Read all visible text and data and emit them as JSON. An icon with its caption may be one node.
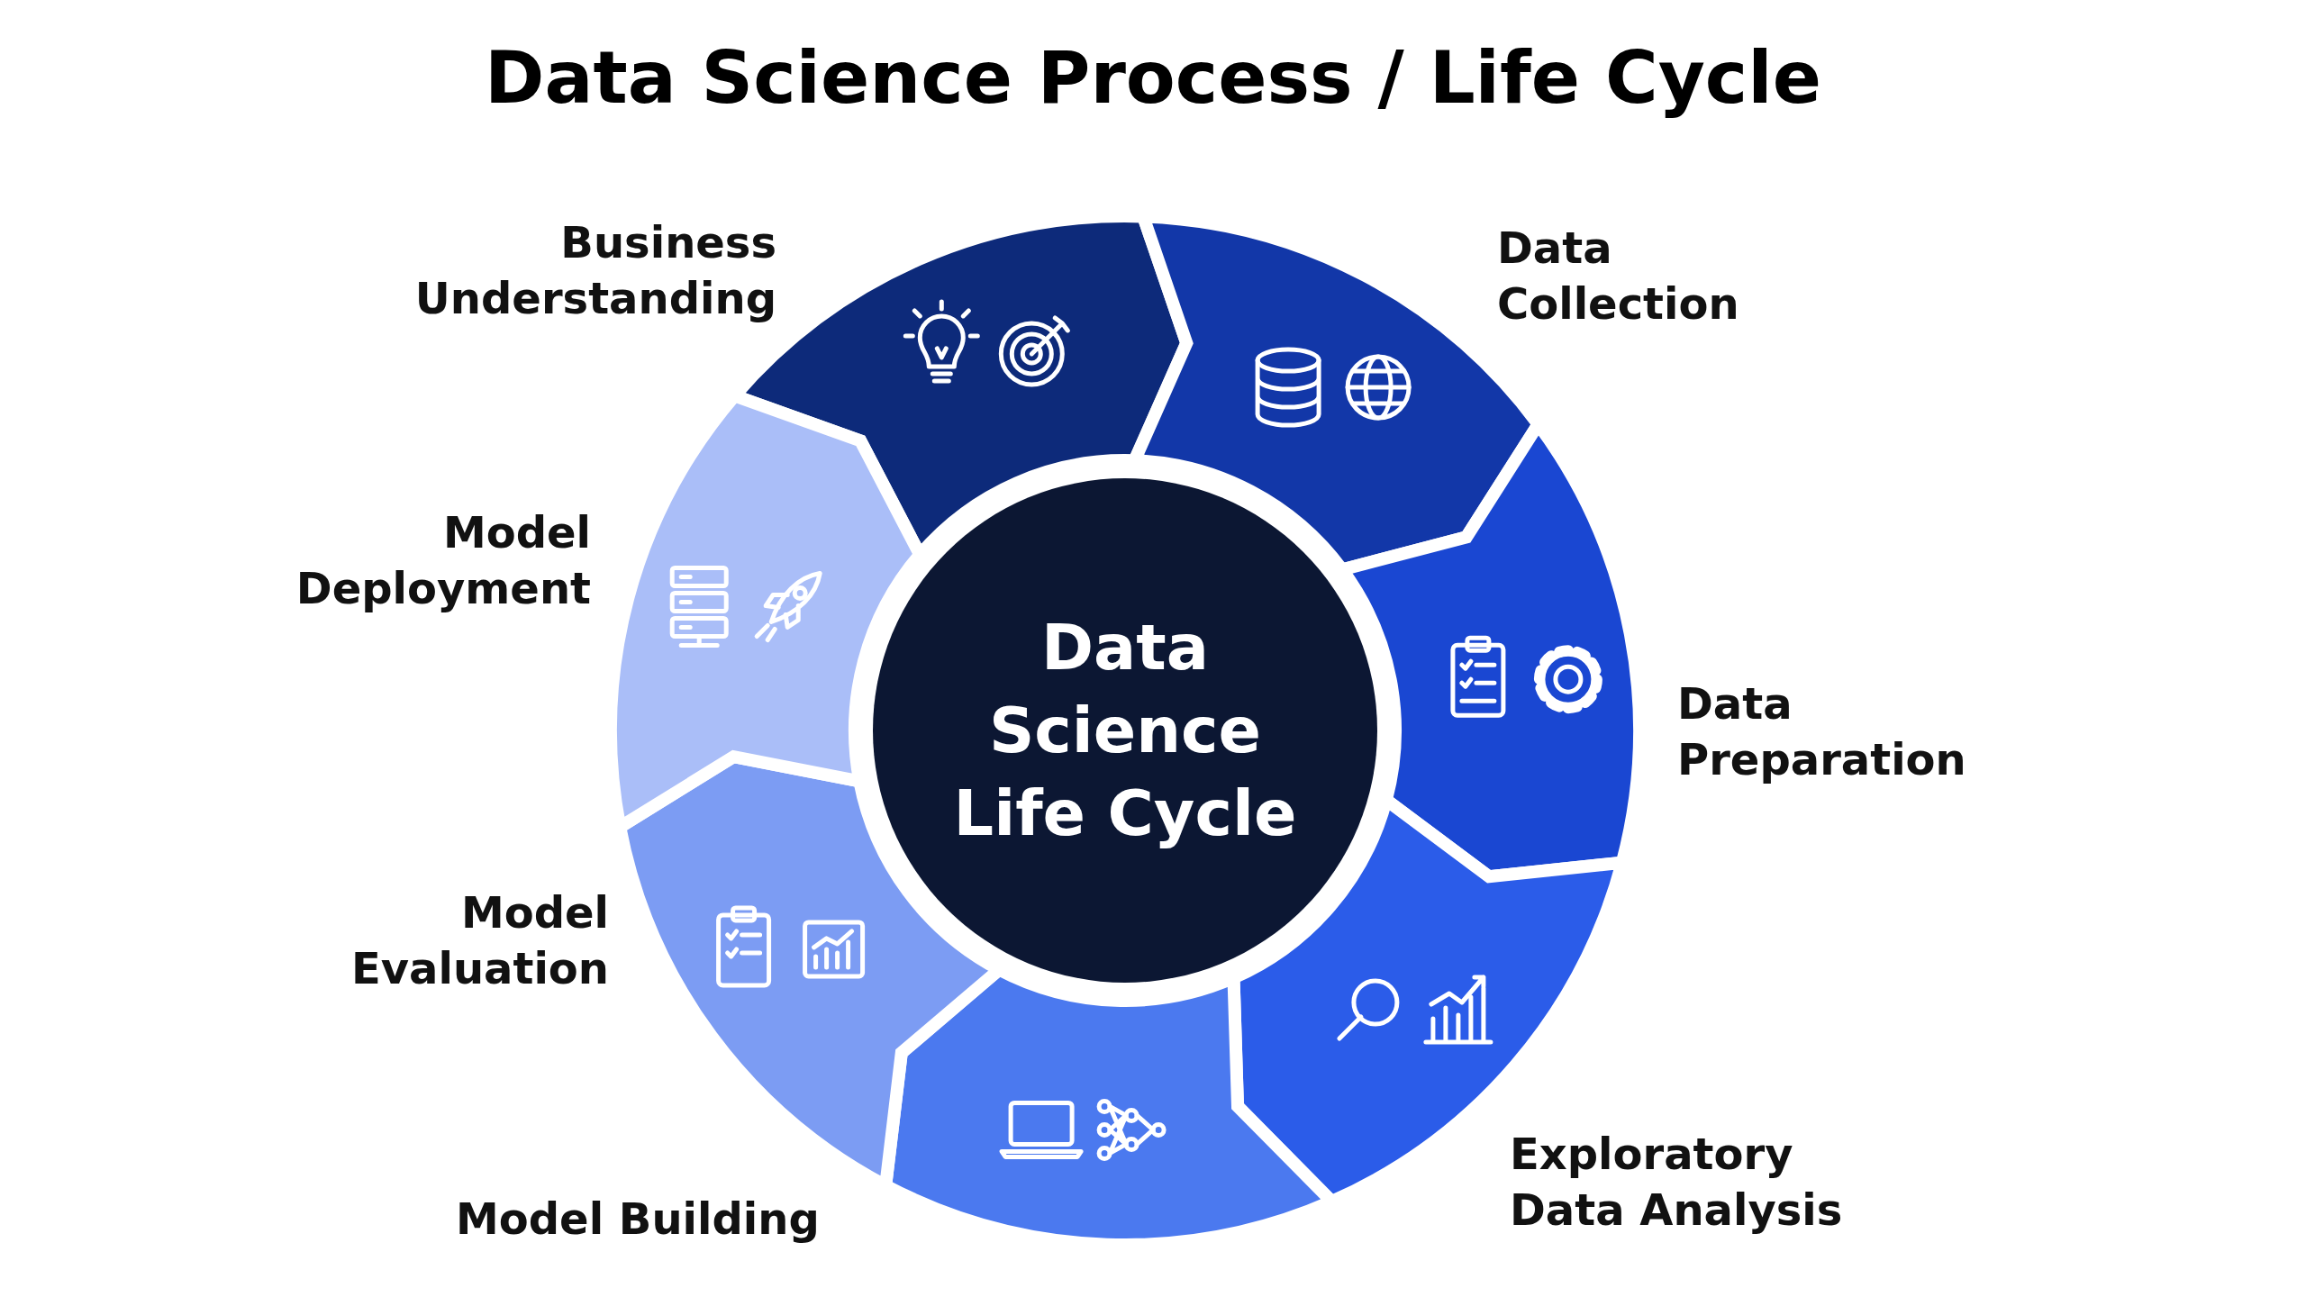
{
  "diagram": {
    "title": "Data Science Process / Life Cycle",
    "nodes": [
      {
        "text": [
          "Business Understanding"
        ]
      },
      {
        "text": [
          "Data Collection"
        ]
      },
      {
        "text": [
          "Data Preparation"
        ]
      },
      {
        "text": [
          "Exploratory Data Analysis"
        ]
      },
      {
        "text": [
          "Model Building"
        ]
      },
      {
        "text": [
          "Model Evaluation"
        ]
      },
      {
        "text": [
          "Model Deployment"
        ]
      },
      {
        "text": [
          "Data Science Life Cycle"
        ]
      }
    ]
  }
}
